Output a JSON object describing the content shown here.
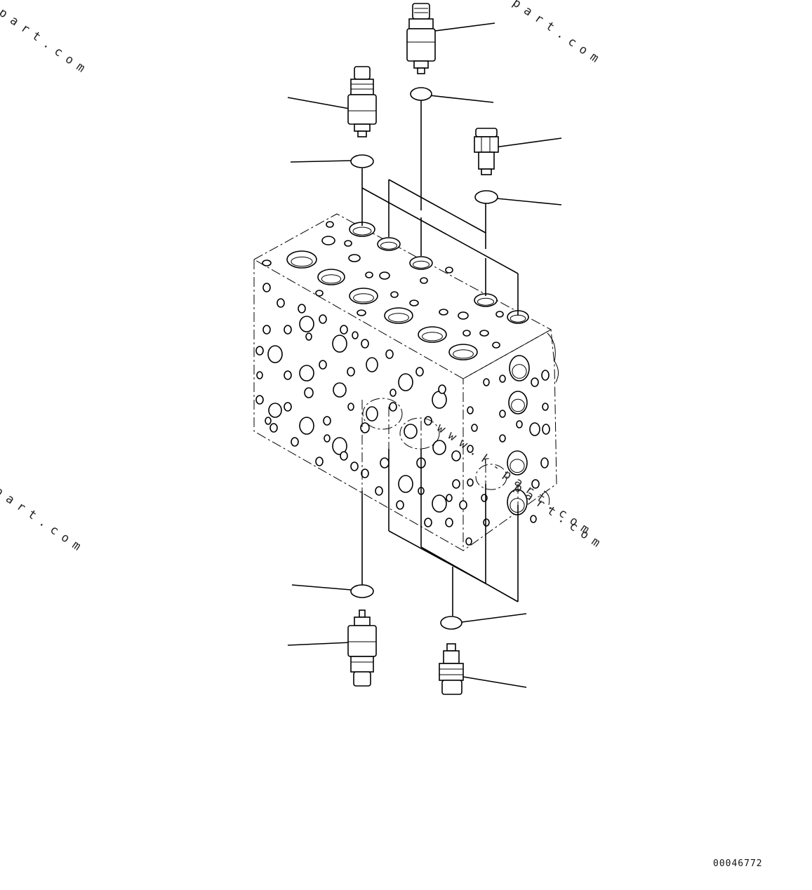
{
  "drawing": {
    "drawing_number": "00046772",
    "watermarks": [
      "part.com",
      "part.com",
      "part.com",
      "www.k-part.com",
      "part.com"
    ]
  },
  "parts": {
    "relief_valves": [
      {
        "name": "relief-valve-top-left"
      },
      {
        "name": "relief-valve-top-center"
      },
      {
        "name": "plug-top-right"
      },
      {
        "name": "relief-valve-bottom-left"
      },
      {
        "name": "relief-valve-bottom-right"
      }
    ],
    "o_rings": [
      {
        "name": "o-ring-top-left"
      },
      {
        "name": "o-ring-top-center"
      },
      {
        "name": "o-ring-top-right"
      },
      {
        "name": "o-ring-bottom-left"
      },
      {
        "name": "o-ring-bottom-right"
      }
    ]
  }
}
